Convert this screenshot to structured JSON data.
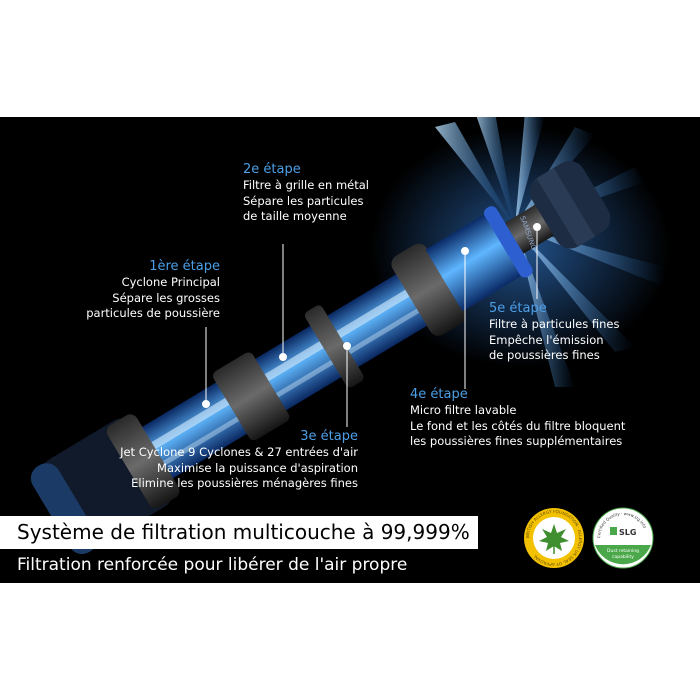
{
  "stages": [
    {
      "title": "2e étape",
      "lines": [
        "Filtre à grille en métal",
        "Sépare les particules",
        "de taille moyenne"
      ]
    },
    {
      "title": "1ère étape",
      "lines": [
        "Cyclone Principal",
        "Sépare les grosses",
        "particules de poussière"
      ]
    },
    {
      "title": "5e étape",
      "lines": [
        "Filtre à particules fines",
        "Empêche l'émission",
        "de poussières fines"
      ]
    },
    {
      "title": "4e étape",
      "lines": [
        "Micro filtre lavable",
        "Le fond et les côtés du filtre bloquent",
        "les poussières fines supplémentaires"
      ]
    },
    {
      "title": "3e étape",
      "lines": [
        "Jet Cyclone 9 Cyclones & 27 entrées d'air",
        "Maximise la puissance d'aspiration",
        "Elimine les poussières ménagères fines"
      ]
    }
  ],
  "banner": {
    "headline": "Système de filtration multicouche à 99,999%",
    "subline": "Filtration renforcée pour libérer de l'air propre"
  },
  "product": {
    "brand": "SAMSUNG"
  },
  "badges": {
    "allergy": {
      "text": "BRITISH ALLERGY FOUNDATION · ALLERGY UK SEAL OF APPROVAL"
    },
    "slg": {
      "logo": "SLG",
      "ring": "Certified Quality · www.slg.info",
      "line1": "Dust retaining",
      "line2": "capability"
    }
  },
  "colors": {
    "background": "#000000",
    "stage_title": "#4c9fe6",
    "glow": "#2f8cf0",
    "allergy_badge": "#f2c200",
    "slg_badge": "#4aa84a"
  },
  "icons": [
    "leaf-icon",
    "slg-logo-icon"
  ]
}
